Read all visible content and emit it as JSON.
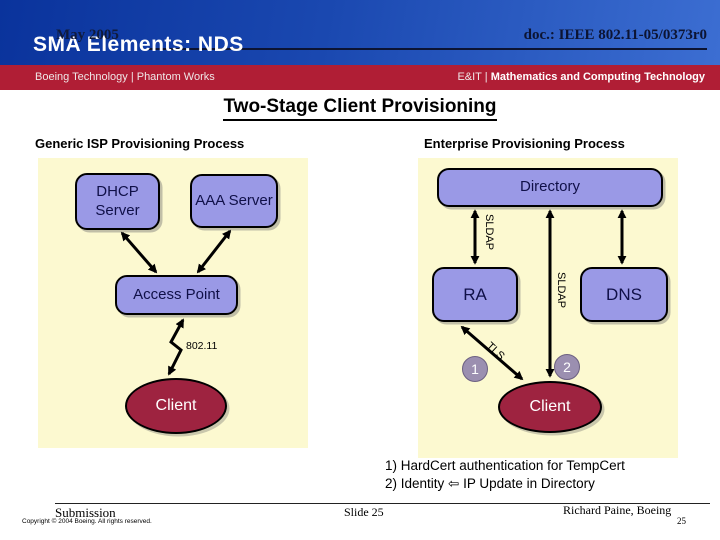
{
  "header": {
    "date": "May 2005",
    "title": "SMA Elements: NDS",
    "doc_id": "doc.: IEEE 802.11-05/0373r0",
    "org_left": "Boeing Technology | Phantom Works",
    "org_right_prefix": "E&IT | ",
    "org_right_bold": "Mathematics and Computing Technology"
  },
  "slide": {
    "title": "Two-Stage Client Provisioning",
    "left_panel": {
      "heading": "Generic ISP Provisioning Process",
      "nodes": {
        "dhcp": "DHCP Server",
        "aaa": "AAA Server",
        "access_point": "Access Point",
        "client": "Client"
      },
      "link_label": "802.11"
    },
    "right_panel": {
      "heading": "Enterprise Provisioning Process",
      "nodes": {
        "directory": "Directory",
        "ra": "RA",
        "dns": "DNS",
        "client": "Client"
      },
      "labels": {
        "sldap_ra": "SLDAP",
        "sldap_client": "SLDAP",
        "tls": "TLS"
      },
      "steps": {
        "one": "1",
        "two": "2"
      }
    },
    "notes": [
      "1) HardCert authentication for TempCert",
      "2) Identity ⇦ IP Update in Directory"
    ]
  },
  "footer": {
    "submission": "Submission",
    "copyright": "Copyright © 2004 Boeing. All rights reserved.",
    "slide_number": "Slide 25",
    "author": "Richard Paine, Boeing",
    "page_corner": "25"
  },
  "colors": {
    "banner_blue_dark": "#0a339c",
    "banner_blue_light": "#3c6ed2",
    "bar_red": "#b01e35",
    "panel_cream": "#fcf9d0",
    "node_lavender": "#9a99e6",
    "client_maroon": "#9e2340",
    "step_circle": "#9b8fb0"
  }
}
